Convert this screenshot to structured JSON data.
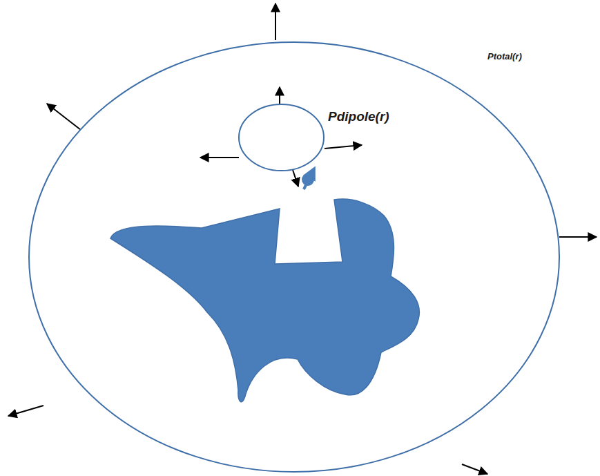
{
  "diagram": {
    "nodes": [
      {
        "text": [
          "Ptotal(r)"
        ]
      },
      {
        "text": [
          "Pdipole(r)"
        ],
        "in": 0
      }
    ]
  }
}
